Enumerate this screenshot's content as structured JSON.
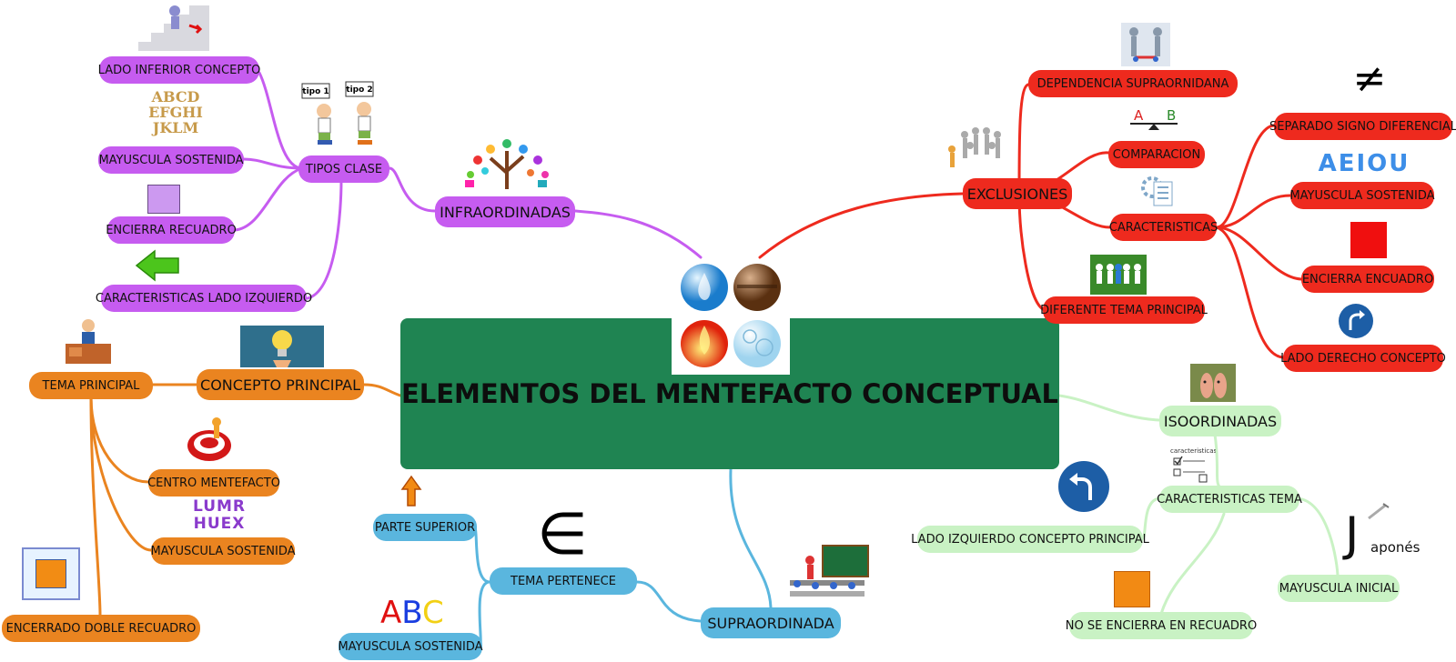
{
  "central": "ELEMENTOS DEL MENTEFACTO CONCEPTUAL",
  "infraordinadas": {
    "main": "INFRAORDINADAS",
    "tipos_clase": "TIPOS CLASE",
    "items": [
      "LADO INFERIOR CONCEPTO",
      "MAYUSCULA SOSTENIDA",
      "ENCIERRA RECUADRO",
      "CARACTERISTICAS LADO IZQUIERDO"
    ],
    "tipo_labels": [
      "tipo 1",
      "tipo 2"
    ],
    "alphabet_art": [
      "ABCD",
      "EFGHI",
      "JKLM"
    ]
  },
  "exclusiones": {
    "main": "EXCLUSIONES",
    "items": [
      "DEPENDENCIA SUPRAORNIDANA",
      "COMPARACION",
      "CARACTERISTICAS",
      "DIFERENTE TEMA PRINCIPAL"
    ],
    "caracteristicas_items": [
      "SEPARADO SIGNO DIFERENCIAL",
      "MAYUSCULA SOSTENIDA",
      "ENCIERRA ENCUADRO",
      "LADO DERECHO CONCEPTO"
    ],
    "not_equal_symbol": "≠",
    "vowels": "AEIOU",
    "scale_labels": [
      "A",
      "B"
    ]
  },
  "concepto": {
    "main": "CONCEPTO PRINCIPAL",
    "tema": "TEMA PRINCIPAL",
    "items": [
      "CENTRO MENTEFACTO",
      "MAYUSCULA SOSTENIDA",
      "ENCERRADO DOBLE RECUADRO"
    ],
    "letters": "LUMR HUEX"
  },
  "supraordinada": {
    "main": "SUPRAORDINADA",
    "tema_pertenece": "TEMA PERTENECE",
    "items": [
      "PARTE SUPERIOR",
      "MAYUSCULA SOSTENIDA"
    ],
    "abc": [
      "A",
      "B",
      "C"
    ],
    "belongs_symbol": "∈"
  },
  "isoordinadas": {
    "main": "ISOORDINADAS",
    "caracteristicas": "CARACTERISTICAS TEMA",
    "items": [
      "LADO IZQUIERDO CONCEPTO PRINCIPAL",
      "NO SE ENCIERRA EN RECUADRO",
      "MAYUSCULA INICIAL"
    ],
    "japones_initial": "J",
    "japones_rest": "aponés",
    "checklist_title": "caracteristicas"
  },
  "colors": {
    "purple": "#c65cf0",
    "red": "#ee2a1e",
    "orange": "#ea8420",
    "blue": "#5ab6de",
    "green": "#c9f2c4",
    "central": "#1f8452"
  },
  "icons": [
    "stairs-person-icon",
    "alphabet-blocks-icon",
    "purple-square-icon",
    "green-left-arrow-icon",
    "kids-sign-icon",
    "idea-tree-icon",
    "elements-icon",
    "handshake-people-icon",
    "circle-people-icon",
    "not-equal-icon",
    "scale-icon",
    "gear-document-icon",
    "vowels-icon",
    "red-square-icon",
    "turn-right-sign-icon",
    "paper-chain-people-icon",
    "teacher-desk-icon",
    "lightbulb-icon",
    "target-icon",
    "letters-icon",
    "double-square-icon",
    "up-arrow-icon",
    "belongs-symbol-icon",
    "abc-icon",
    "classroom-icon",
    "thumbs-icon",
    "checklist-icon",
    "turn-left-sign-icon",
    "orange-square-icon",
    "japones-icon"
  ]
}
